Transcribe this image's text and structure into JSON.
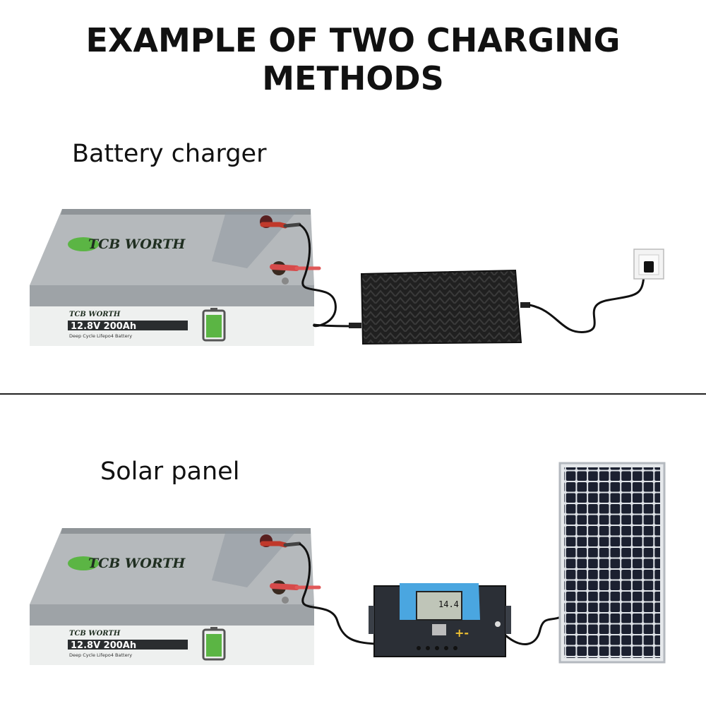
{
  "title": "EXAMPLE OF TWO CHARGING METHODS",
  "sections": [
    {
      "label": "Battery charger"
    },
    {
      "label": "Solar panel"
    }
  ],
  "battery": {
    "brand": "TCB WORTH",
    "spec": "12.8V 200Ah",
    "subtitle": "Deep Cycle Lifepo4 Battery"
  },
  "controller": {
    "display": "14.4"
  },
  "colors": {
    "battery_gray": "#a9adb0",
    "battery_label": "#f4f5f4",
    "green": "#5bb544",
    "charger": "#1e1e1e",
    "controller_blue": "#4aa6e0",
    "panel_cell": "#1b2030"
  }
}
